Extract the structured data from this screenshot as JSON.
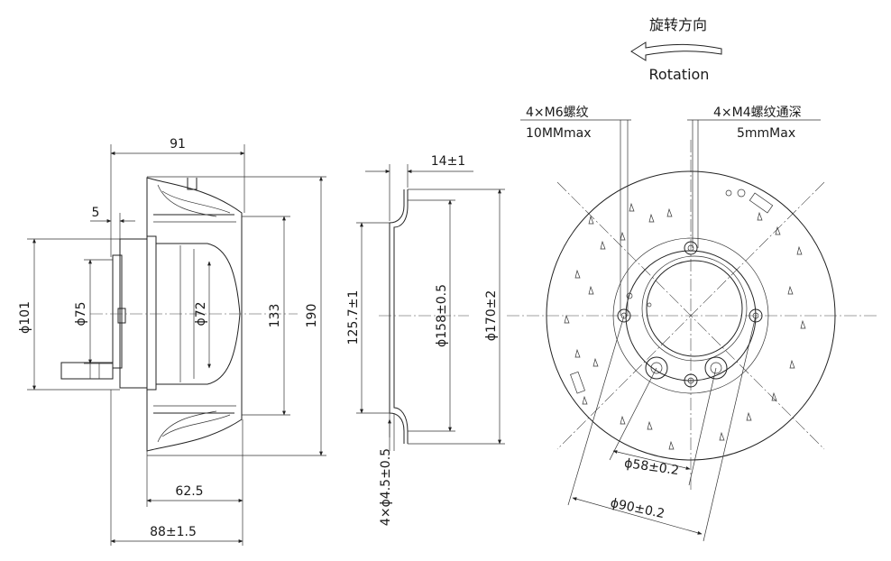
{
  "rotation": {
    "label_cn": "旋转方向",
    "label_en": "Rotation"
  },
  "side_view": {
    "dims": {
      "overall_width": "91",
      "offset": "5",
      "dia_101": "ϕ101",
      "dia_75": "ϕ75",
      "dia_72": "ϕ72",
      "height_133": "133",
      "height_190": "190",
      "depth_62_5": "62.5",
      "depth_88": "88±1.5"
    }
  },
  "section_view": {
    "dims": {
      "thickness": "14±1",
      "dia_125": "125.7±1",
      "dia_158": "ϕ158±0.5",
      "dia_170": "ϕ170±2",
      "holes": "4×ϕ4.5±0.5"
    }
  },
  "front_view": {
    "notes": {
      "m6_line1": "4×M6螺纹",
      "m6_line2": "10MMmax",
      "m4_line1": "4×M4螺纹通深",
      "m4_line2": "5mmMax"
    },
    "dims": {
      "dia_58": "ϕ58±0.2",
      "dia_90": "ϕ90±0.2"
    }
  }
}
